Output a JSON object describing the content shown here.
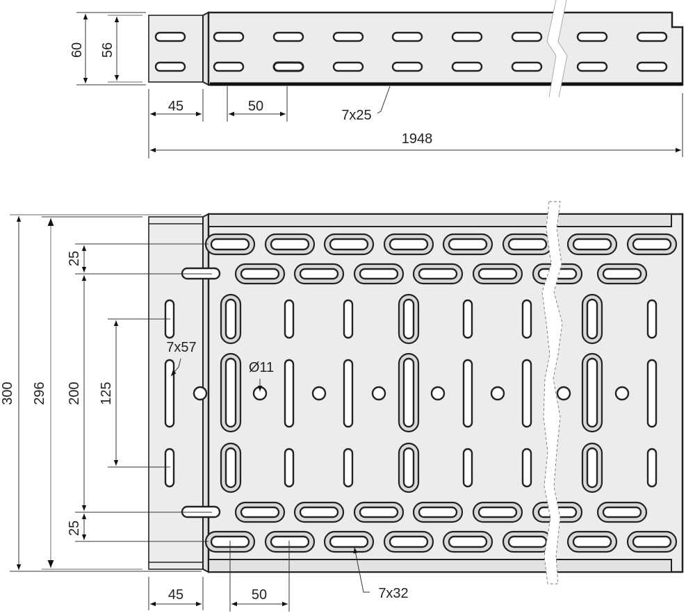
{
  "drawing": {
    "type": "technical-drawing",
    "subject": "perforated cable tray",
    "views": [
      "side-view",
      "plan-view"
    ]
  },
  "side_view": {
    "dimensions": {
      "overall_height": "60",
      "inner_height": "56",
      "coupler_length": "45",
      "slot_pitch": "50",
      "slot_size": "7x25",
      "total_length": "1948"
    },
    "slot_rows": 2,
    "slots_per_row_visible": 9
  },
  "plan_view": {
    "dimensions": {
      "overall_width": "300",
      "inner_width": "296",
      "slot_row_offset_top": "25",
      "slot_row_span": "200",
      "vertical_slot_span": "125",
      "slot_row_offset_bottom": "25",
      "coupler_length": "45",
      "slot_pitch": "50",
      "vertical_slot_size": "7x57",
      "round_hole": "Ø11",
      "horizontal_slot_size": "7x32"
    }
  },
  "colors": {
    "sheet_fill": "#ececec",
    "embossed_fill": "#d9d9d9",
    "outline": "#222222",
    "dimension_line": "#333333"
  }
}
